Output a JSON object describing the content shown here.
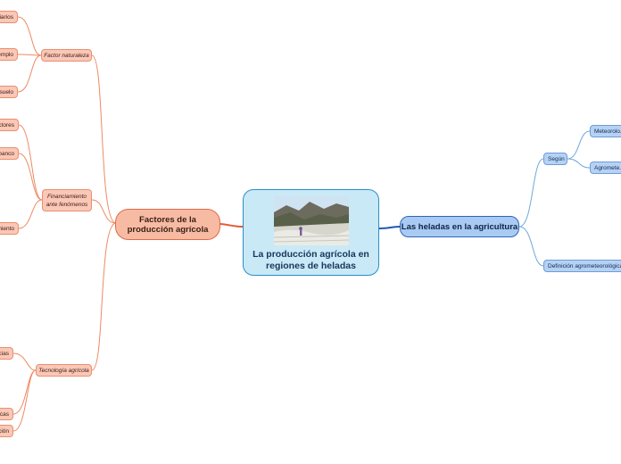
{
  "central": {
    "title": "La producción agrícola en regiones de heladas",
    "image": "field-photo"
  },
  "left_branch": {
    "label": "Factores de la producción agrícola",
    "groups": [
      {
        "label": "Factor naturaleza",
        "items": [
          "...diarios",
          "...emplo",
          "...suelo"
        ]
      },
      {
        "label": "Financiamiento ante fenómenos",
        "items": [
          "...actores",
          "...banco",
          "...miento"
        ]
      },
      {
        "label": "Tecnología agrícola",
        "items": [
          "...cias",
          "...cas",
          "...ción"
        ]
      }
    ]
  },
  "right_branch": {
    "label": "Las heladas en la agricultura",
    "groups": [
      {
        "label": "Según",
        "items": [
          "Meteorolo...",
          "Agromete..."
        ]
      },
      {
        "label": "Definición agrometeorológica",
        "items": []
      }
    ]
  },
  "colors": {
    "central_fill": "#c9e9f7",
    "central_border": "#2a8fc4",
    "left_fill": "#f7bba4",
    "left_border": "#e06a45",
    "left_line": "#ee8a63",
    "right_fill": "#a9cbf3",
    "right_border": "#2f64b8",
    "right_line": "#6ea8dc"
  }
}
